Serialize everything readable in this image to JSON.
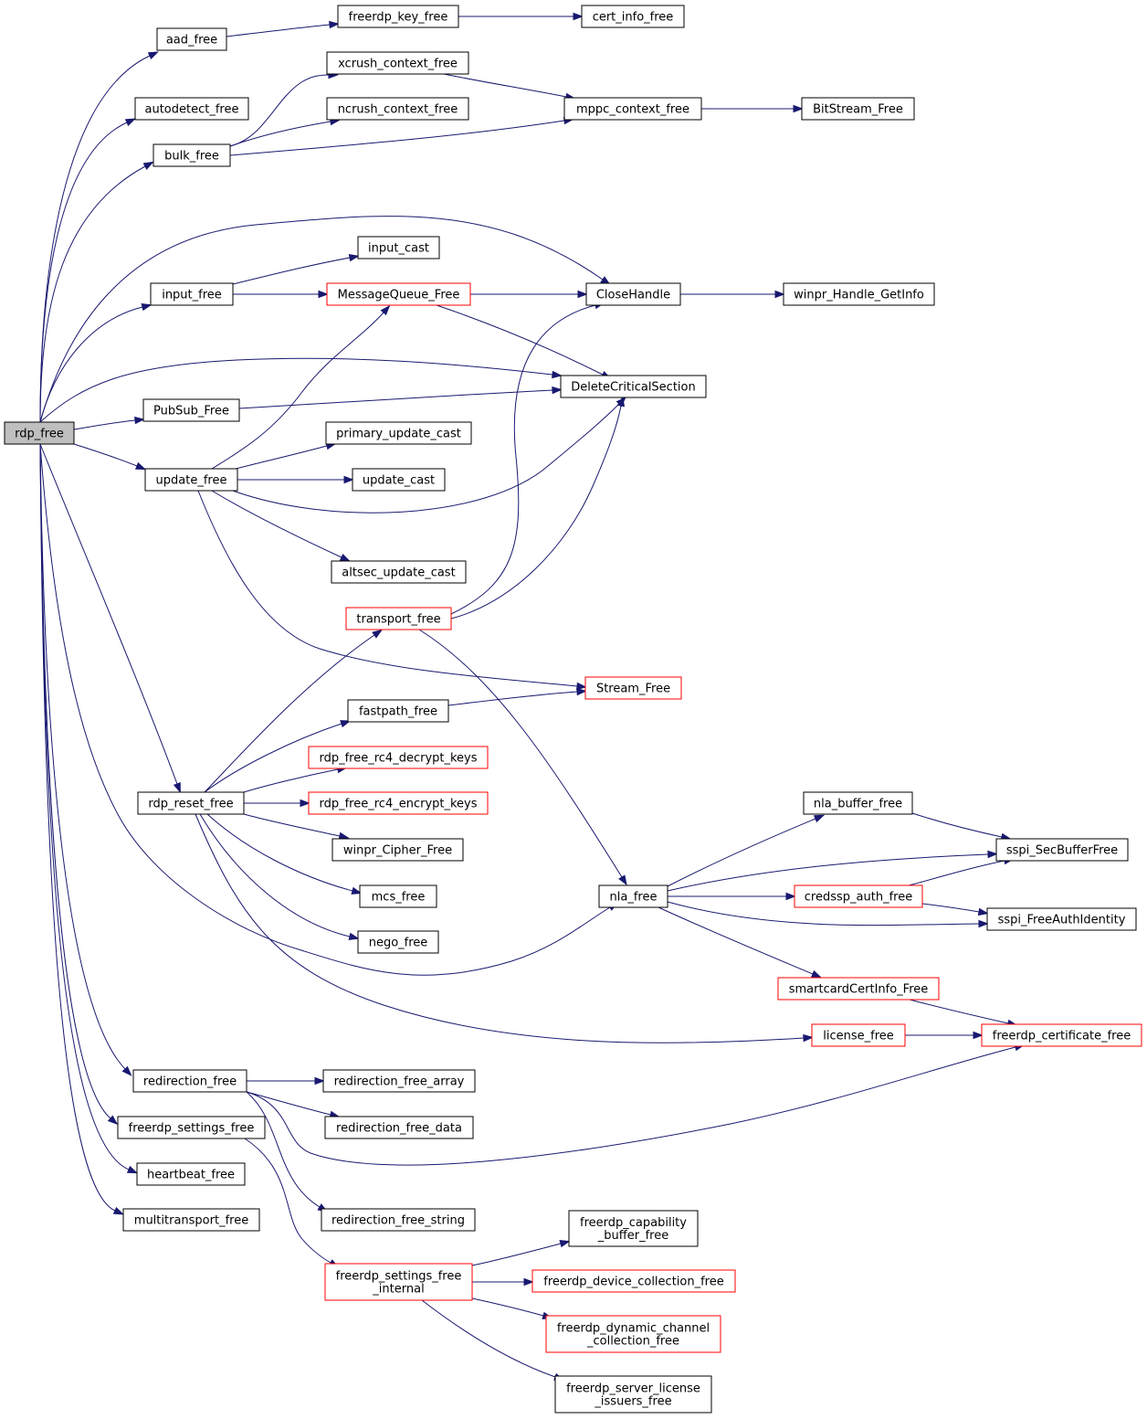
{
  "diagram": {
    "title": "",
    "edge_color": "#191970",
    "highlight_color": "#ff0000",
    "root_fill": "#bfbfbf",
    "nodes": [
      {
        "id": "rdp_free",
        "lines": [
          "rdp_free"
        ],
        "style": "root"
      },
      {
        "id": "aad_free",
        "lines": [
          "aad_free"
        ],
        "style": "normal"
      },
      {
        "id": "autodetect_free",
        "lines": [
          "autodetect_free"
        ],
        "style": "normal"
      },
      {
        "id": "bulk_free",
        "lines": [
          "bulk_free"
        ],
        "style": "normal"
      },
      {
        "id": "CloseHandle",
        "lines": [
          "CloseHandle"
        ],
        "style": "normal"
      },
      {
        "id": "input_free",
        "lines": [
          "input_free"
        ],
        "style": "normal"
      },
      {
        "id": "DeleteCriticalSection",
        "lines": [
          "DeleteCriticalSection"
        ],
        "style": "normal"
      },
      {
        "id": "PubSub_Free",
        "lines": [
          "PubSub_Free"
        ],
        "style": "normal"
      },
      {
        "id": "update_free",
        "lines": [
          "update_free"
        ],
        "style": "normal"
      },
      {
        "id": "rdp_reset_free",
        "lines": [
          "rdp_reset_free"
        ],
        "style": "normal"
      },
      {
        "id": "nla_free",
        "lines": [
          "nla_free"
        ],
        "style": "normal"
      },
      {
        "id": "redirection_free",
        "lines": [
          "redirection_free"
        ],
        "style": "normal"
      },
      {
        "id": "freerdp_settings_free",
        "lines": [
          "freerdp_settings_free"
        ],
        "style": "normal"
      },
      {
        "id": "heartbeat_free",
        "lines": [
          "heartbeat_free"
        ],
        "style": "normal"
      },
      {
        "id": "multitransport_free",
        "lines": [
          "multitransport_free"
        ],
        "style": "normal"
      },
      {
        "id": "freerdp_key_free",
        "lines": [
          "freerdp_key_free"
        ],
        "style": "normal"
      },
      {
        "id": "cert_info_free",
        "lines": [
          "cert_info_free"
        ],
        "style": "normal"
      },
      {
        "id": "xcrush_context_free",
        "lines": [
          "xcrush_context_free"
        ],
        "style": "normal"
      },
      {
        "id": "ncrush_context_free",
        "lines": [
          "ncrush_context_free"
        ],
        "style": "normal"
      },
      {
        "id": "mppc_context_free",
        "lines": [
          "mppc_context_free"
        ],
        "style": "normal"
      },
      {
        "id": "BitStream_Free",
        "lines": [
          "BitStream_Free"
        ],
        "style": "normal"
      },
      {
        "id": "input_cast",
        "lines": [
          "input_cast"
        ],
        "style": "normal"
      },
      {
        "id": "MessageQueue_Free",
        "lines": [
          "MessageQueue_Free"
        ],
        "style": "red"
      },
      {
        "id": "winpr_Handle_GetInfo",
        "lines": [
          "winpr_Handle_GetInfo"
        ],
        "style": "normal"
      },
      {
        "id": "primary_update_cast",
        "lines": [
          "primary_update_cast"
        ],
        "style": "normal"
      },
      {
        "id": "update_cast",
        "lines": [
          "update_cast"
        ],
        "style": "normal"
      },
      {
        "id": "altsec_update_cast",
        "lines": [
          "altsec_update_cast"
        ],
        "style": "normal"
      },
      {
        "id": "transport_free",
        "lines": [
          "transport_free"
        ],
        "style": "red"
      },
      {
        "id": "Stream_Free",
        "lines": [
          "Stream_Free"
        ],
        "style": "red"
      },
      {
        "id": "fastpath_free",
        "lines": [
          "fastpath_free"
        ],
        "style": "normal"
      },
      {
        "id": "rdp_free_rc4_decrypt_keys",
        "lines": [
          "rdp_free_rc4_decrypt_keys"
        ],
        "style": "red"
      },
      {
        "id": "rdp_free_rc4_encrypt_keys",
        "lines": [
          "rdp_free_rc4_encrypt_keys"
        ],
        "style": "red"
      },
      {
        "id": "winpr_Cipher_Free",
        "lines": [
          "winpr_Cipher_Free"
        ],
        "style": "normal"
      },
      {
        "id": "mcs_free",
        "lines": [
          "mcs_free"
        ],
        "style": "normal"
      },
      {
        "id": "nego_free",
        "lines": [
          "nego_free"
        ],
        "style": "normal"
      },
      {
        "id": "nla_buffer_free",
        "lines": [
          "nla_buffer_free"
        ],
        "style": "normal"
      },
      {
        "id": "sspi_SecBufferFree",
        "lines": [
          "sspi_SecBufferFree"
        ],
        "style": "normal"
      },
      {
        "id": "credssp_auth_free",
        "lines": [
          "credssp_auth_free"
        ],
        "style": "red"
      },
      {
        "id": "sspi_FreeAuthIdentity",
        "lines": [
          "sspi_FreeAuthIdentity"
        ],
        "style": "normal"
      },
      {
        "id": "smartcardCertInfo_Free",
        "lines": [
          "smartcardCertInfo_Free"
        ],
        "style": "red"
      },
      {
        "id": "license_free",
        "lines": [
          "license_free"
        ],
        "style": "red"
      },
      {
        "id": "freerdp_certificate_free",
        "lines": [
          "freerdp_certificate_free"
        ],
        "style": "red"
      },
      {
        "id": "redirection_free_array",
        "lines": [
          "redirection_free_array"
        ],
        "style": "normal"
      },
      {
        "id": "redirection_free_data",
        "lines": [
          "redirection_free_data"
        ],
        "style": "normal"
      },
      {
        "id": "redirection_free_string",
        "lines": [
          "redirection_free_string"
        ],
        "style": "normal"
      },
      {
        "id": "freerdp_settings_free_internal",
        "lines": [
          "freerdp_settings_free",
          "_internal"
        ],
        "style": "red"
      },
      {
        "id": "freerdp_capability_buffer_free",
        "lines": [
          "freerdp_capability",
          "_buffer_free"
        ],
        "style": "normal"
      },
      {
        "id": "freerdp_device_collection_free",
        "lines": [
          "freerdp_device_collection_free"
        ],
        "style": "red"
      },
      {
        "id": "freerdp_dynamic_channel_collection_free",
        "lines": [
          "freerdp_dynamic_channel",
          "_collection_free"
        ],
        "style": "red"
      },
      {
        "id": "freerdp_server_license_issuers_free",
        "lines": [
          "freerdp_server_license",
          "_issuers_free"
        ],
        "style": "normal"
      }
    ],
    "edges": [
      [
        "rdp_free",
        "aad_free"
      ],
      [
        "rdp_free",
        "autodetect_free"
      ],
      [
        "rdp_free",
        "bulk_free"
      ],
      [
        "rdp_free",
        "CloseHandle"
      ],
      [
        "rdp_free",
        "input_free"
      ],
      [
        "rdp_free",
        "DeleteCriticalSection"
      ],
      [
        "rdp_free",
        "PubSub_Free"
      ],
      [
        "rdp_free",
        "update_free"
      ],
      [
        "rdp_free",
        "rdp_reset_free"
      ],
      [
        "rdp_free",
        "nla_free"
      ],
      [
        "rdp_free",
        "redirection_free"
      ],
      [
        "rdp_free",
        "freerdp_settings_free"
      ],
      [
        "rdp_free",
        "heartbeat_free"
      ],
      [
        "rdp_free",
        "multitransport_free"
      ],
      [
        "aad_free",
        "freerdp_key_free"
      ],
      [
        "freerdp_key_free",
        "cert_info_free"
      ],
      [
        "bulk_free",
        "xcrush_context_free"
      ],
      [
        "bulk_free",
        "ncrush_context_free"
      ],
      [
        "bulk_free",
        "mppc_context_free"
      ],
      [
        "xcrush_context_free",
        "mppc_context_free"
      ],
      [
        "mppc_context_free",
        "BitStream_Free"
      ],
      [
        "input_free",
        "input_cast"
      ],
      [
        "input_free",
        "MessageQueue_Free"
      ],
      [
        "MessageQueue_Free",
        "CloseHandle"
      ],
      [
        "MessageQueue_Free",
        "DeleteCriticalSection"
      ],
      [
        "CloseHandle",
        "winpr_Handle_GetInfo"
      ],
      [
        "PubSub_Free",
        "DeleteCriticalSection"
      ],
      [
        "update_free",
        "MessageQueue_Free"
      ],
      [
        "update_free",
        "primary_update_cast"
      ],
      [
        "update_free",
        "update_cast"
      ],
      [
        "update_free",
        "DeleteCriticalSection"
      ],
      [
        "update_free",
        "altsec_update_cast"
      ],
      [
        "update_free",
        "Stream_Free"
      ],
      [
        "transport_free",
        "CloseHandle"
      ],
      [
        "transport_free",
        "DeleteCriticalSection"
      ],
      [
        "transport_free",
        "nla_free"
      ],
      [
        "rdp_reset_free",
        "transport_free"
      ],
      [
        "rdp_reset_free",
        "fastpath_free"
      ],
      [
        "rdp_reset_free",
        "rdp_free_rc4_decrypt_keys"
      ],
      [
        "rdp_reset_free",
        "rdp_free_rc4_encrypt_keys"
      ],
      [
        "rdp_reset_free",
        "winpr_Cipher_Free"
      ],
      [
        "rdp_reset_free",
        "mcs_free"
      ],
      [
        "rdp_reset_free",
        "nego_free"
      ],
      [
        "rdp_reset_free",
        "license_free"
      ],
      [
        "fastpath_free",
        "Stream_Free"
      ],
      [
        "nla_free",
        "nla_buffer_free"
      ],
      [
        "nla_free",
        "sspi_SecBufferFree"
      ],
      [
        "nla_free",
        "credssp_auth_free"
      ],
      [
        "nla_free",
        "sspi_FreeAuthIdentity"
      ],
      [
        "nla_free",
        "smartcardCertInfo_Free"
      ],
      [
        "nla_buffer_free",
        "sspi_SecBufferFree"
      ],
      [
        "credssp_auth_free",
        "sspi_SecBufferFree"
      ],
      [
        "credssp_auth_free",
        "sspi_FreeAuthIdentity"
      ],
      [
        "smartcardCertInfo_Free",
        "freerdp_certificate_free"
      ],
      [
        "license_free",
        "freerdp_certificate_free"
      ],
      [
        "redirection_free",
        "redirection_free_array"
      ],
      [
        "redirection_free",
        "redirection_free_data"
      ],
      [
        "redirection_free",
        "freerdp_certificate_free"
      ],
      [
        "redirection_free",
        "redirection_free_string"
      ],
      [
        "freerdp_settings_free",
        "freerdp_settings_free_internal"
      ],
      [
        "freerdp_settings_free_internal",
        "freerdp_capability_buffer_free"
      ],
      [
        "freerdp_settings_free_internal",
        "freerdp_device_collection_free"
      ],
      [
        "freerdp_settings_free_internal",
        "freerdp_dynamic_channel_collection_free"
      ],
      [
        "freerdp_settings_free_internal",
        "freerdp_server_license_issuers_free"
      ]
    ]
  }
}
